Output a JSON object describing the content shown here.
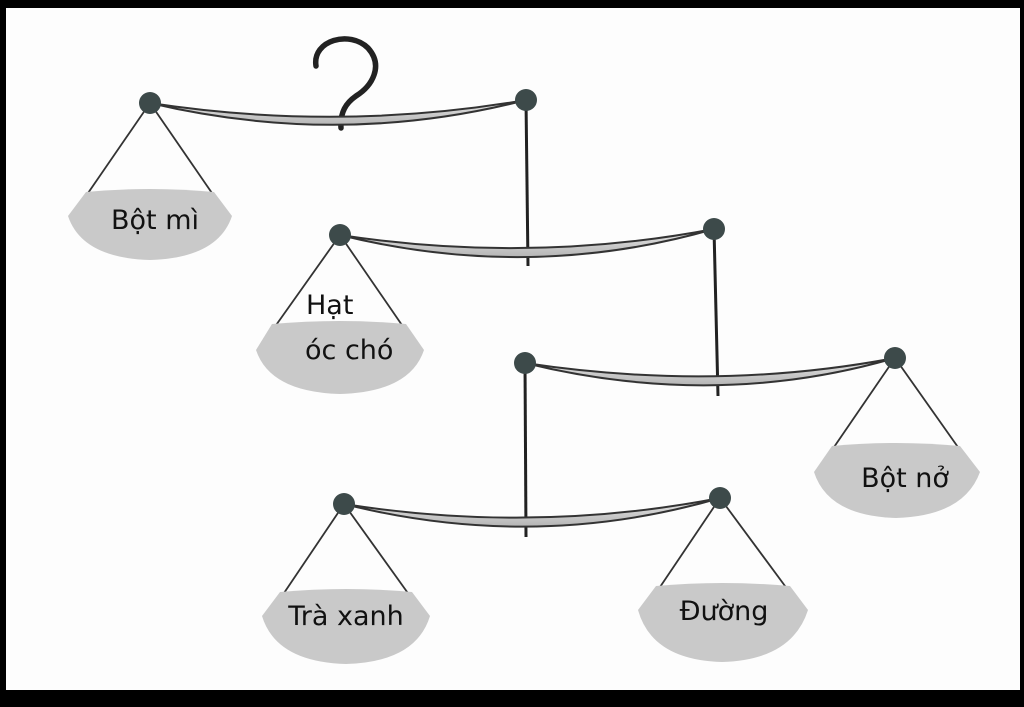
{
  "title": "",
  "pans": {
    "bot_mi": "Bột mì",
    "hat_oc_cho_line1": "Hạt",
    "hat_oc_cho_line2": "óc chó",
    "bot_no": "Bột nở",
    "tra_xanh": "Trà xanh",
    "duong": "Đường"
  },
  "colors": {
    "background": "#fdfdfd",
    "frame": "#000000",
    "ink": "#222222",
    "pan_fill": "#c9c9c9",
    "knob": "#3d4a4a"
  }
}
